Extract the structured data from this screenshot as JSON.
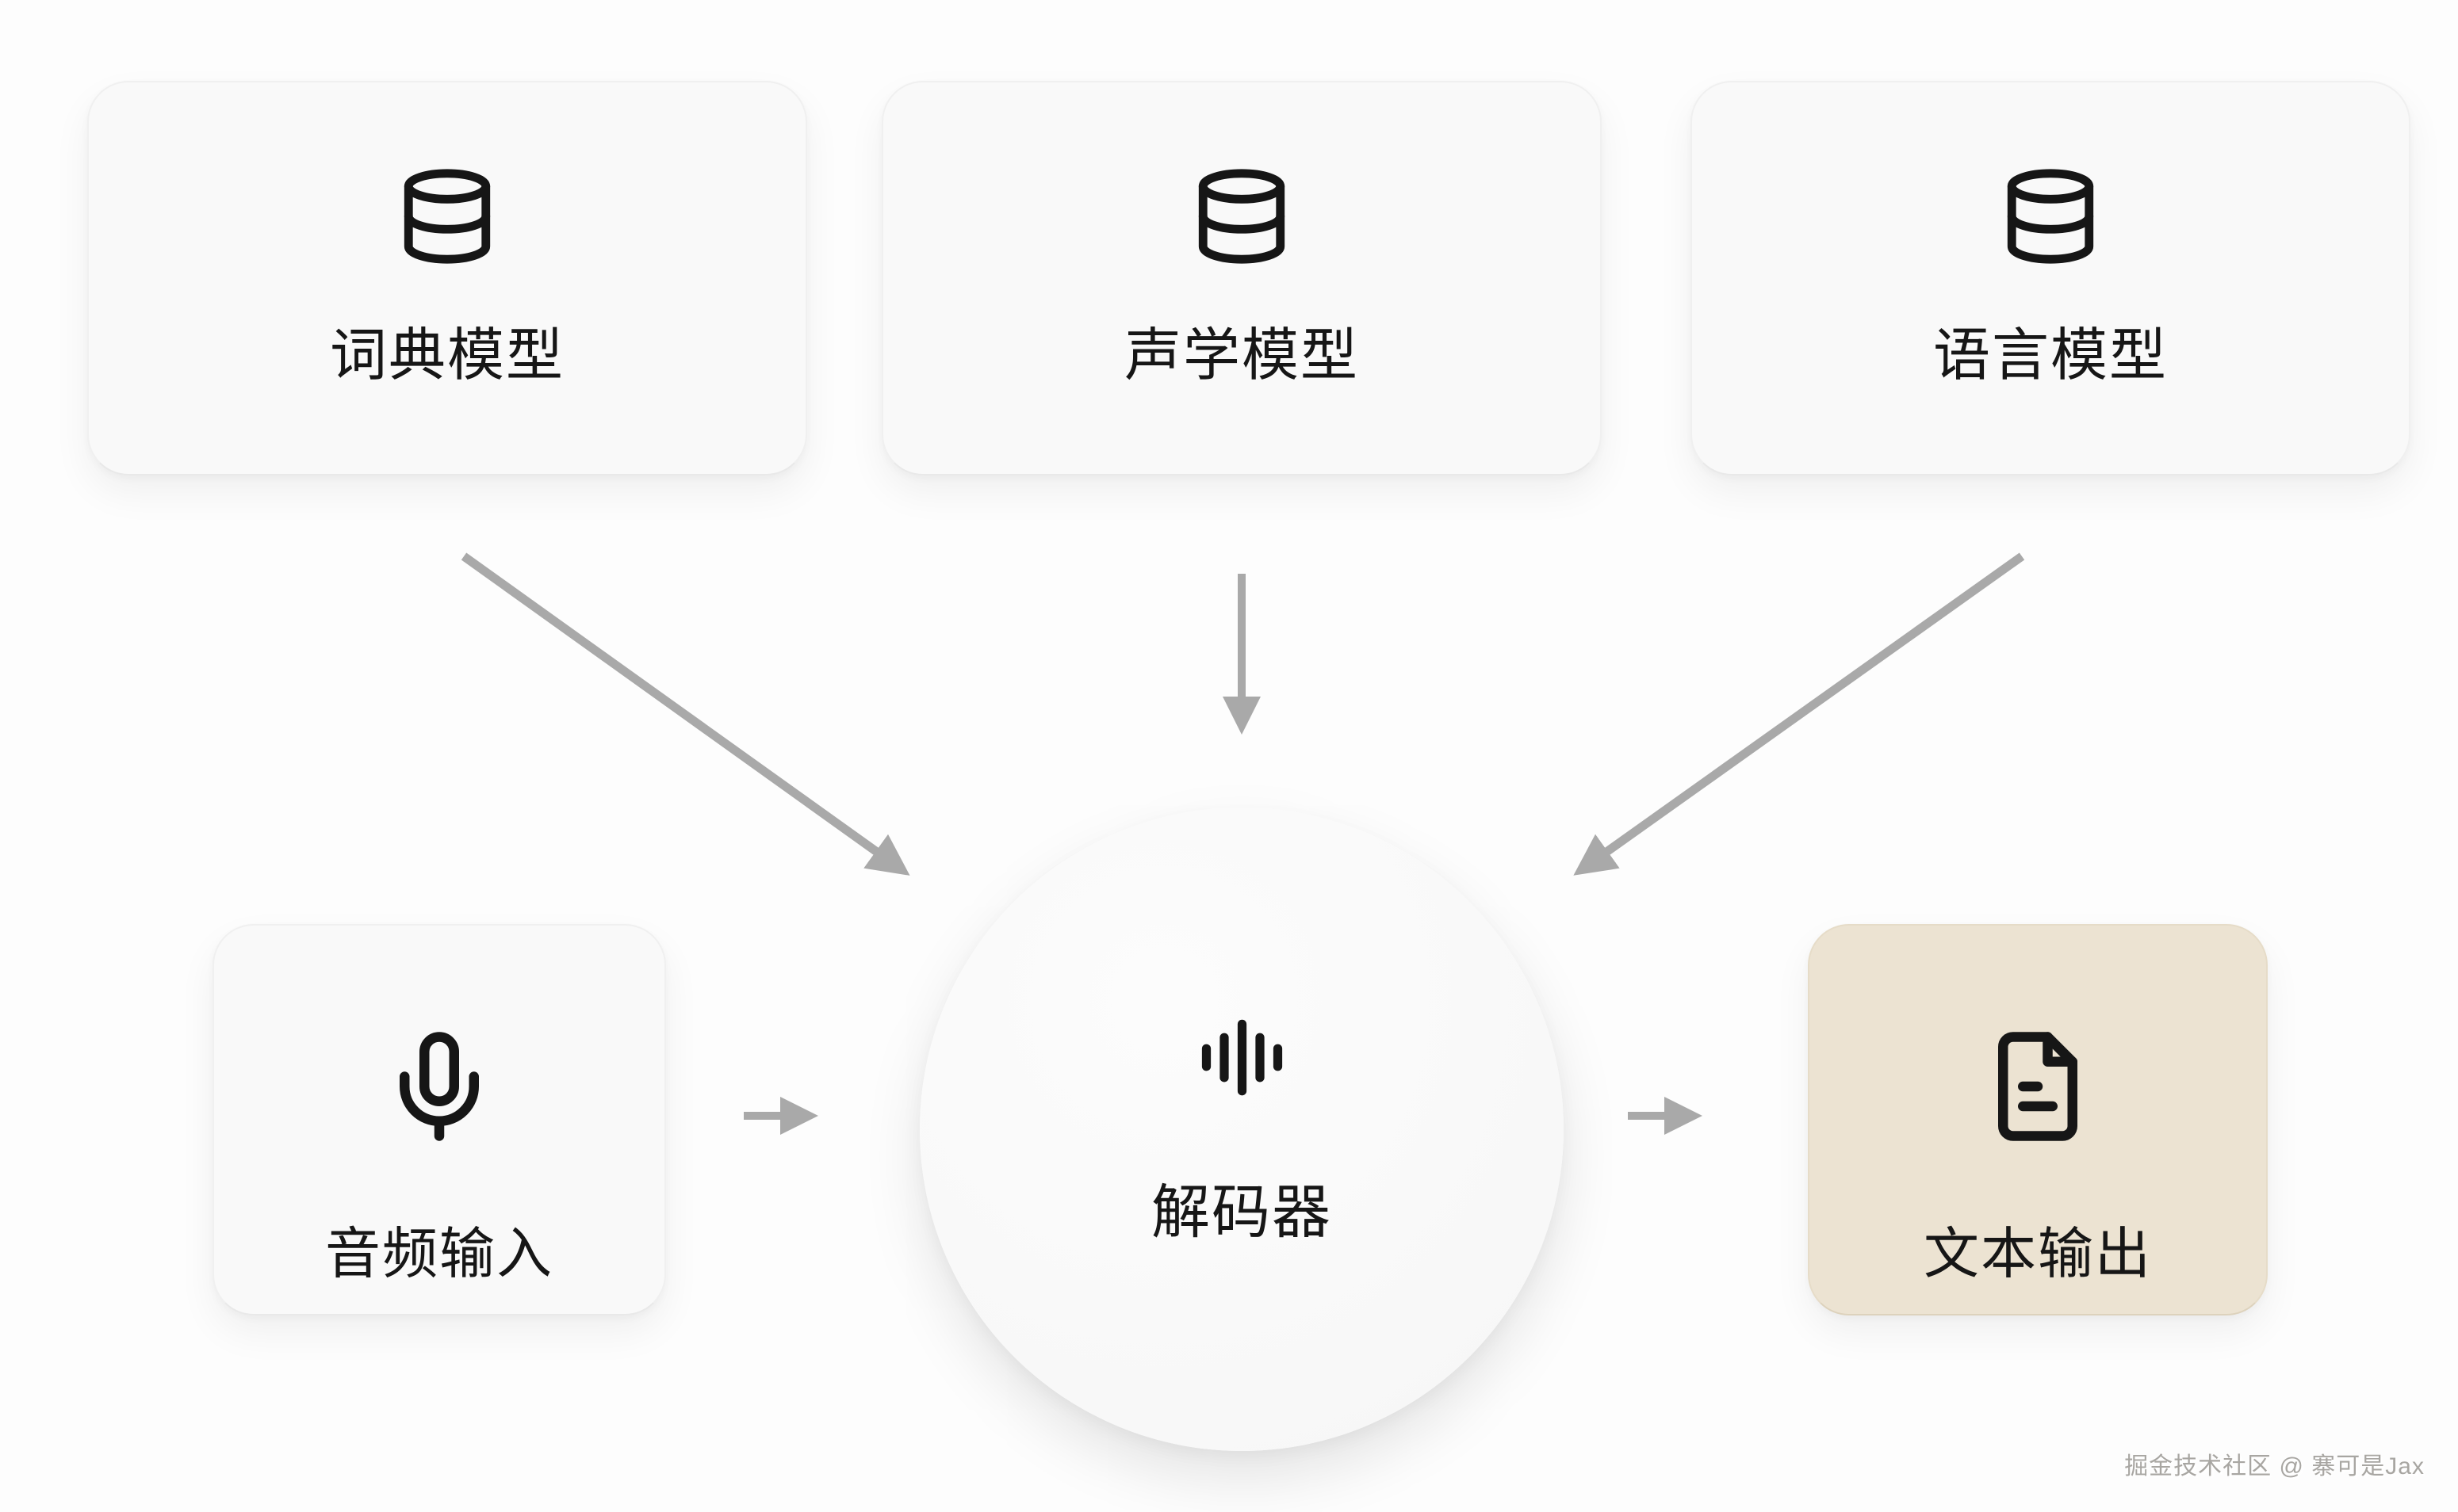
{
  "diagram": {
    "title_implicit": "speech-recognition-architecture",
    "cards": {
      "dictionary": {
        "label": "词典模型",
        "icon": "database"
      },
      "acoustic": {
        "label": "声学模型",
        "icon": "database"
      },
      "language": {
        "label": "语言模型",
        "icon": "database"
      },
      "audio_input": {
        "label": "音频输入",
        "icon": "microphone"
      },
      "decoder": {
        "label": "解码器",
        "icon": "waveform"
      },
      "text_output": {
        "label": "文本输出",
        "icon": "document"
      }
    },
    "connections": [
      {
        "from": "dictionary",
        "to": "decoder"
      },
      {
        "from": "acoustic",
        "to": "decoder"
      },
      {
        "from": "language",
        "to": "decoder"
      },
      {
        "from": "audio_input",
        "to": "decoder"
      },
      {
        "from": "decoder",
        "to": "text_output"
      }
    ],
    "colors": {
      "background": "#fdfdfd",
      "card_background": "#f9f9f9",
      "card_border": "#f0f0f0",
      "output_card_background": "#ece3d2",
      "arrow": "#a9a9a9",
      "icon_stroke": "#161616",
      "text": "#161616",
      "watermark": "#a8a6a2"
    }
  },
  "watermark": {
    "text": "掘金技术社区 @ 寨可是Jax"
  }
}
